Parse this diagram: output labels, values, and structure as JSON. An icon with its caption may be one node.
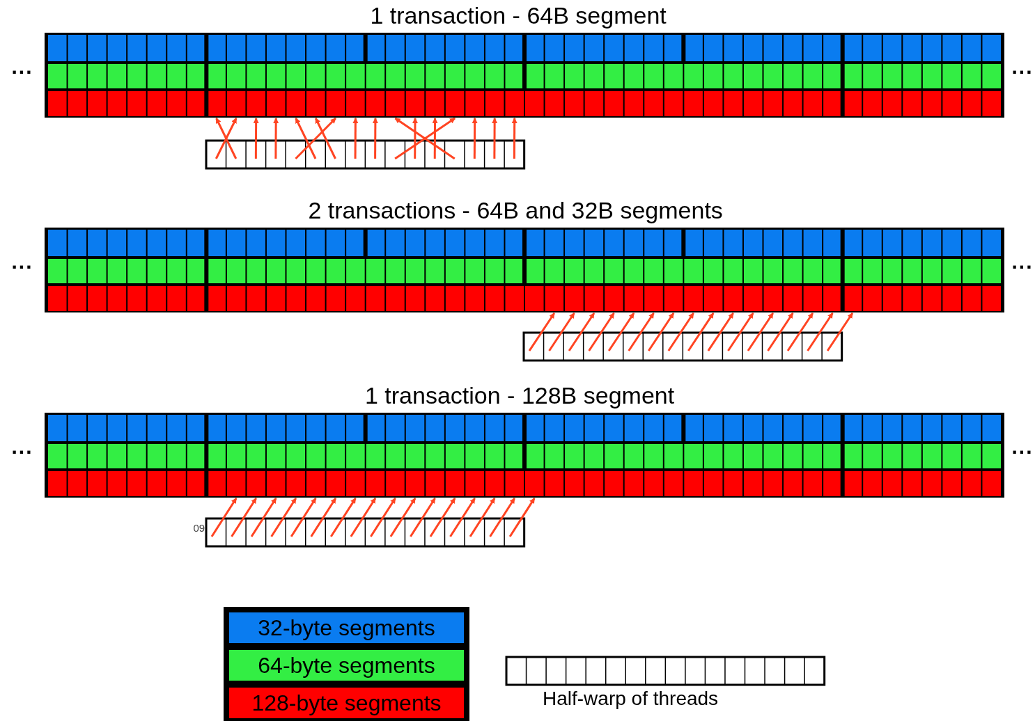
{
  "diagram": {
    "labels": [
      "1 transaction - 64B segment",
      "...",
      "...",
      "2 transactions - 64B and 32B segments",
      "...",
      "...",
      "1 transaction - 128B segment",
      "...",
      "...",
      "09"
    ],
    "legend": [
      {
        "text": "32-byte segments",
        "color": "#0a7cf0"
      },
      {
        "text": "64-byte segments",
        "color": "#33ee44"
      },
      {
        "text": "128-byte segments",
        "color": "#ff0000"
      },
      {
        "text": "Half-warp of threads"
      }
    ]
  }
}
